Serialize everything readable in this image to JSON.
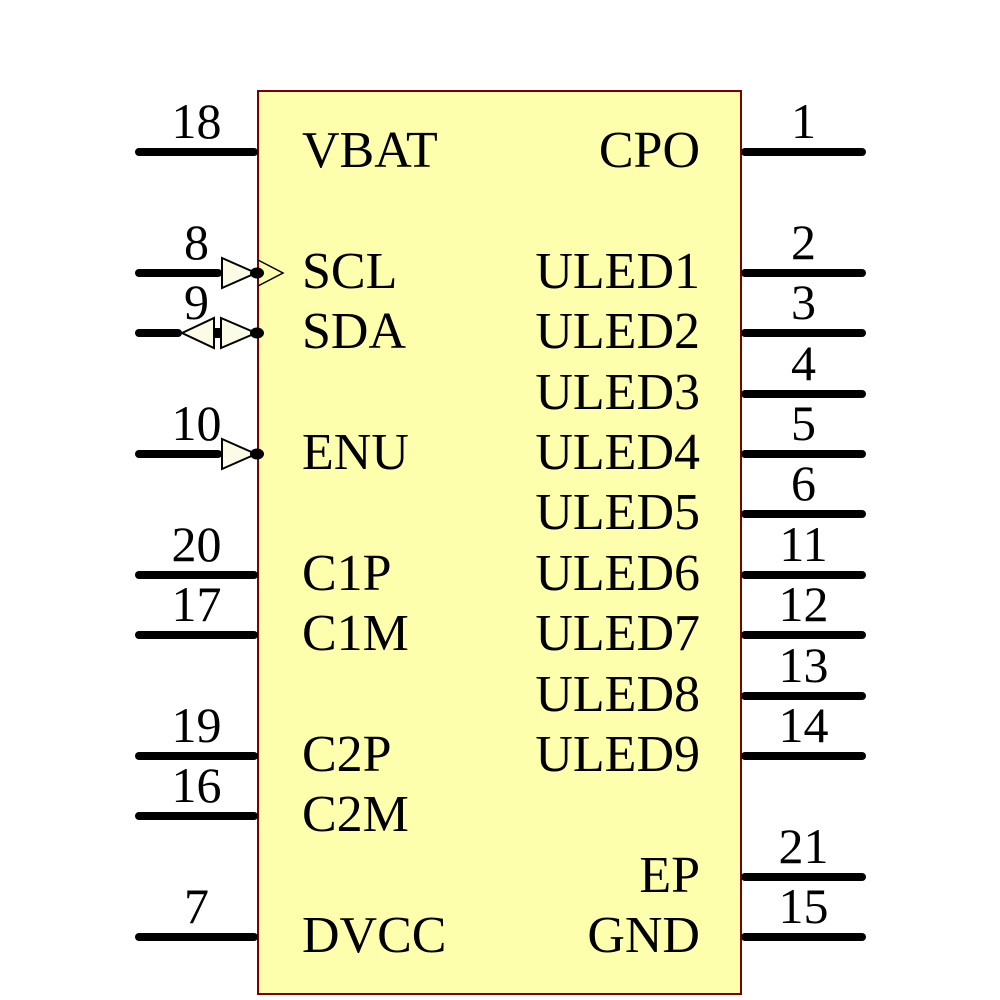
{
  "diagram": {
    "kind": "ic-schematic-symbol",
    "colors": {
      "body_fill": "#feffad",
      "body_border": "#7b0000",
      "wire": "#000000",
      "text": "#000000",
      "arrow_fill": "#fcfce6"
    },
    "icons": {
      "input_arrow": "input-arrow-icon",
      "bidirectional_arrow": "bidirectional-arrow-icon",
      "inner_chevron": "chevron-right-icon"
    },
    "left_pins": [
      {
        "number": "18",
        "label": "VBAT",
        "row": 0,
        "arrow": "plain"
      },
      {
        "number": "8",
        "label": "SCL",
        "row": 2,
        "arrow": "input",
        "inner_chevron": true
      },
      {
        "number": "9",
        "label": "SDA",
        "row": 3,
        "arrow": "bidirectional"
      },
      {
        "number": "10",
        "label": "ENU",
        "row": 5,
        "arrow": "input"
      },
      {
        "number": "20",
        "label": "C1P",
        "row": 7,
        "arrow": "plain"
      },
      {
        "number": "17",
        "label": "C1M",
        "row": 8,
        "arrow": "plain"
      },
      {
        "number": "19",
        "label": "C2P",
        "row": 10,
        "arrow": "plain"
      },
      {
        "number": "16",
        "label": "C2M",
        "row": 11,
        "arrow": "plain"
      },
      {
        "number": "7",
        "label": "DVCC",
        "row": 13,
        "arrow": "plain"
      }
    ],
    "right_pins": [
      {
        "number": "1",
        "label": "CPO",
        "row": 0,
        "arrow": "plain"
      },
      {
        "number": "2",
        "label": "ULED1",
        "row": 2,
        "arrow": "plain"
      },
      {
        "number": "3",
        "label": "ULED2",
        "row": 3,
        "arrow": "plain"
      },
      {
        "number": "4",
        "label": "ULED3",
        "row": 4,
        "arrow": "plain"
      },
      {
        "number": "5",
        "label": "ULED4",
        "row": 5,
        "arrow": "plain"
      },
      {
        "number": "6",
        "label": "ULED5",
        "row": 6,
        "arrow": "plain"
      },
      {
        "number": "11",
        "label": "ULED6",
        "row": 7,
        "arrow": "plain"
      },
      {
        "number": "12",
        "label": "ULED7",
        "row": 8,
        "arrow": "plain"
      },
      {
        "number": "13",
        "label": "ULED8",
        "row": 9,
        "arrow": "plain"
      },
      {
        "number": "14",
        "label": "ULED9",
        "row": 10,
        "arrow": "plain"
      },
      {
        "number": "21",
        "label": "EP",
        "row": 12,
        "arrow": "plain"
      },
      {
        "number": "15",
        "label": "GND",
        "row": 13,
        "arrow": "plain"
      }
    ]
  }
}
